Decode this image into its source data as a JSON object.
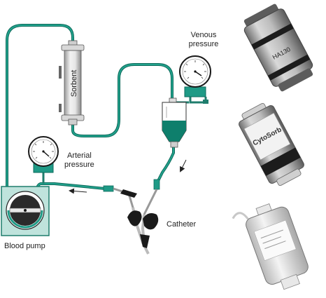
{
  "labels": {
    "sorbent": "Sorbent",
    "venous_line1": "Venous",
    "venous_line2": "pressure",
    "arterial_line1": "Arterial",
    "arterial_line2": "pressure",
    "catheter": "Catheter",
    "blood_pump": "Blood pump"
  },
  "device_labels": {
    "top_device": "HA130",
    "middle_device": "CytoSorb"
  },
  "colors": {
    "tubing": "#1f9a86",
    "tubing_dark": "#0e6b5c",
    "pump_box": "#bfe3dc",
    "gauge_base": "#1f9a86",
    "reservoir_fill": "#0e7f6c",
    "ink": "#222222"
  },
  "icons": {
    "arterial_gauge": "pressure-gauge-icon",
    "venous_gauge": "pressure-gauge-icon",
    "pump": "roller-pump-icon",
    "clamps": "tube-clamp-icon"
  }
}
